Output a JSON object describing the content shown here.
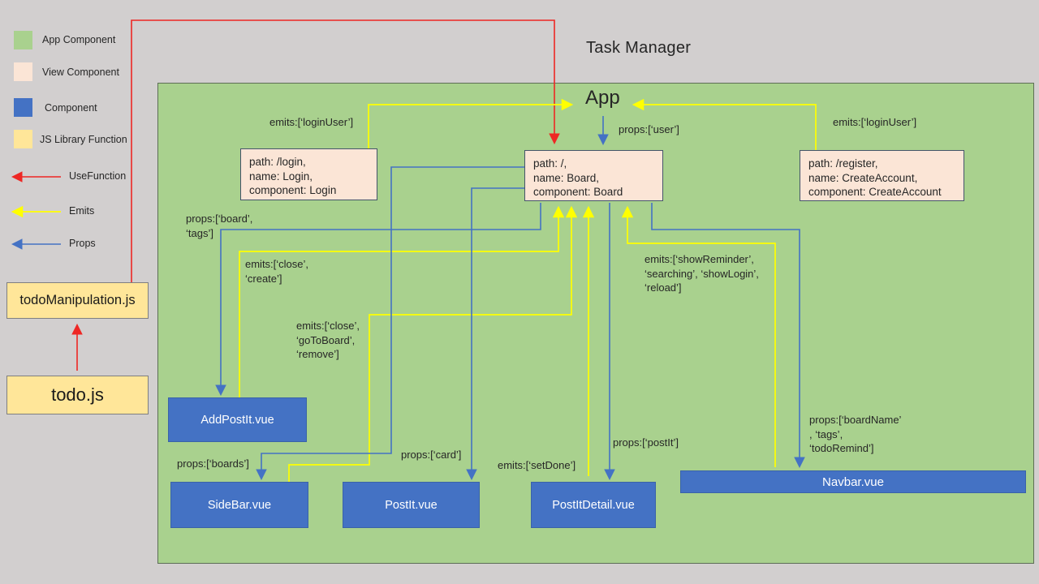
{
  "title": "Task Manager",
  "colors": {
    "app_component": "#a9d18e",
    "view_component": "#fbe5d6",
    "component": "#4472c4",
    "js_library": "#ffe699",
    "use_function_arrow": "#ee2724",
    "emits_arrow": "#ffff00",
    "props_arrow": "#4472c4",
    "background": "#d2cfcf"
  },
  "legend": {
    "items": [
      {
        "label": "App Component",
        "color": "#a9d18e"
      },
      {
        "label": "View Component",
        "color": "#fbe5d6"
      },
      {
        "label": "Component",
        "color": "#4472c4"
      },
      {
        "label": "JS Library Function",
        "color": "#ffe699"
      }
    ],
    "arrows": [
      {
        "label": "UseFunction",
        "color": "#ee2724"
      },
      {
        "label": "Emits",
        "color": "#ffff00"
      },
      {
        "label": "Props",
        "color": "#4472c4"
      }
    ]
  },
  "js_files": {
    "manipulation": "todoManipulation.js",
    "todo": "todo.js"
  },
  "app": {
    "label": "App"
  },
  "routes": {
    "login": "path: /login,\nname: Login,\ncomponent: Login",
    "board": "path: /,\nname: Board,\ncomponent: Board",
    "register": "path: /register,\nname: CreateAccount,\ncomponent: CreateAccount"
  },
  "components": {
    "add_post_it": "AddPostIt.vue",
    "side_bar": "SideBar.vue",
    "post_it": "PostIt.vue",
    "post_it_detail": "PostItDetail.vue",
    "navbar": "Navbar.vue"
  },
  "edge_labels": {
    "login_emits": "emits:[‘loginUser’]",
    "register_emits": "emits:[‘loginUser’]",
    "app_props_user": "props:[‘user’]",
    "board_tags_props": "props:[‘board’,\n‘tags’]",
    "close_create_emits": "emits:[‘close’,\n‘create’]",
    "close_gotoboard_remove_emits": "emits:[‘close’,\n‘goToBoard’,\n‘remove’]",
    "show_reminder_emits": "emits:[‘showReminder’,\n‘searching’, ‘showLogin’,\n‘reload’]",
    "boards_props": "props:[‘boards’]",
    "card_props": "props:[‘card’]",
    "set_done_emits": "emits:[‘setDone’]",
    "post_it_props": "props:[‘postIt’]",
    "navbar_props": "props:[‘boardName’\n, ‘tags’,\n‘todoRemind’]"
  }
}
